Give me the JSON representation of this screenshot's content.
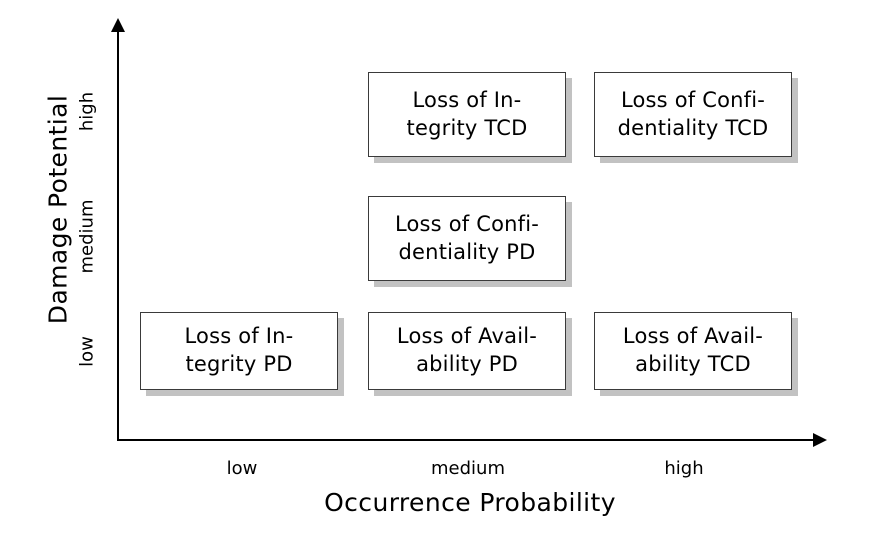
{
  "chart_data": {
    "type": "matrix",
    "title": "",
    "xlabel": "Occurrence Probability",
    "ylabel": "Damage Potential",
    "x_categories": [
      "low",
      "medium",
      "high"
    ],
    "y_categories": [
      "low",
      "medium",
      "high"
    ],
    "grid": false,
    "legend": "none",
    "cells": [
      {
        "x": "medium",
        "y": "high",
        "line1": "Loss of In-",
        "line2": "tegrity TCD"
      },
      {
        "x": "high",
        "y": "high",
        "line1": "Loss of Confi-",
        "line2": "dentiality TCD"
      },
      {
        "x": "medium",
        "y": "medium",
        "line1": "Loss of Confi-",
        "line2": "dentiality PD"
      },
      {
        "x": "low",
        "y": "low",
        "line1": "Loss of In-",
        "line2": "tegrity PD"
      },
      {
        "x": "medium",
        "y": "low",
        "line1": "Loss of Avail-",
        "line2": "ability PD"
      },
      {
        "x": "high",
        "y": "low",
        "line1": "Loss of Avail-",
        "line2": "ability TCD"
      }
    ]
  },
  "axes": {
    "y_title": "Damage Potential",
    "x_title": "Occurrence Probability",
    "y_ticks": {
      "high": "high",
      "medium": "medium",
      "low": "low"
    },
    "x_ticks": {
      "low": "low",
      "medium": "medium",
      "high": "high"
    }
  },
  "colors": {
    "background": "#ffffff",
    "axis": "#000000",
    "box_border": "#3a3a3a",
    "box_fill": "#ffffff",
    "box_shadow": "#c2c2c2",
    "text": "#000000"
  }
}
